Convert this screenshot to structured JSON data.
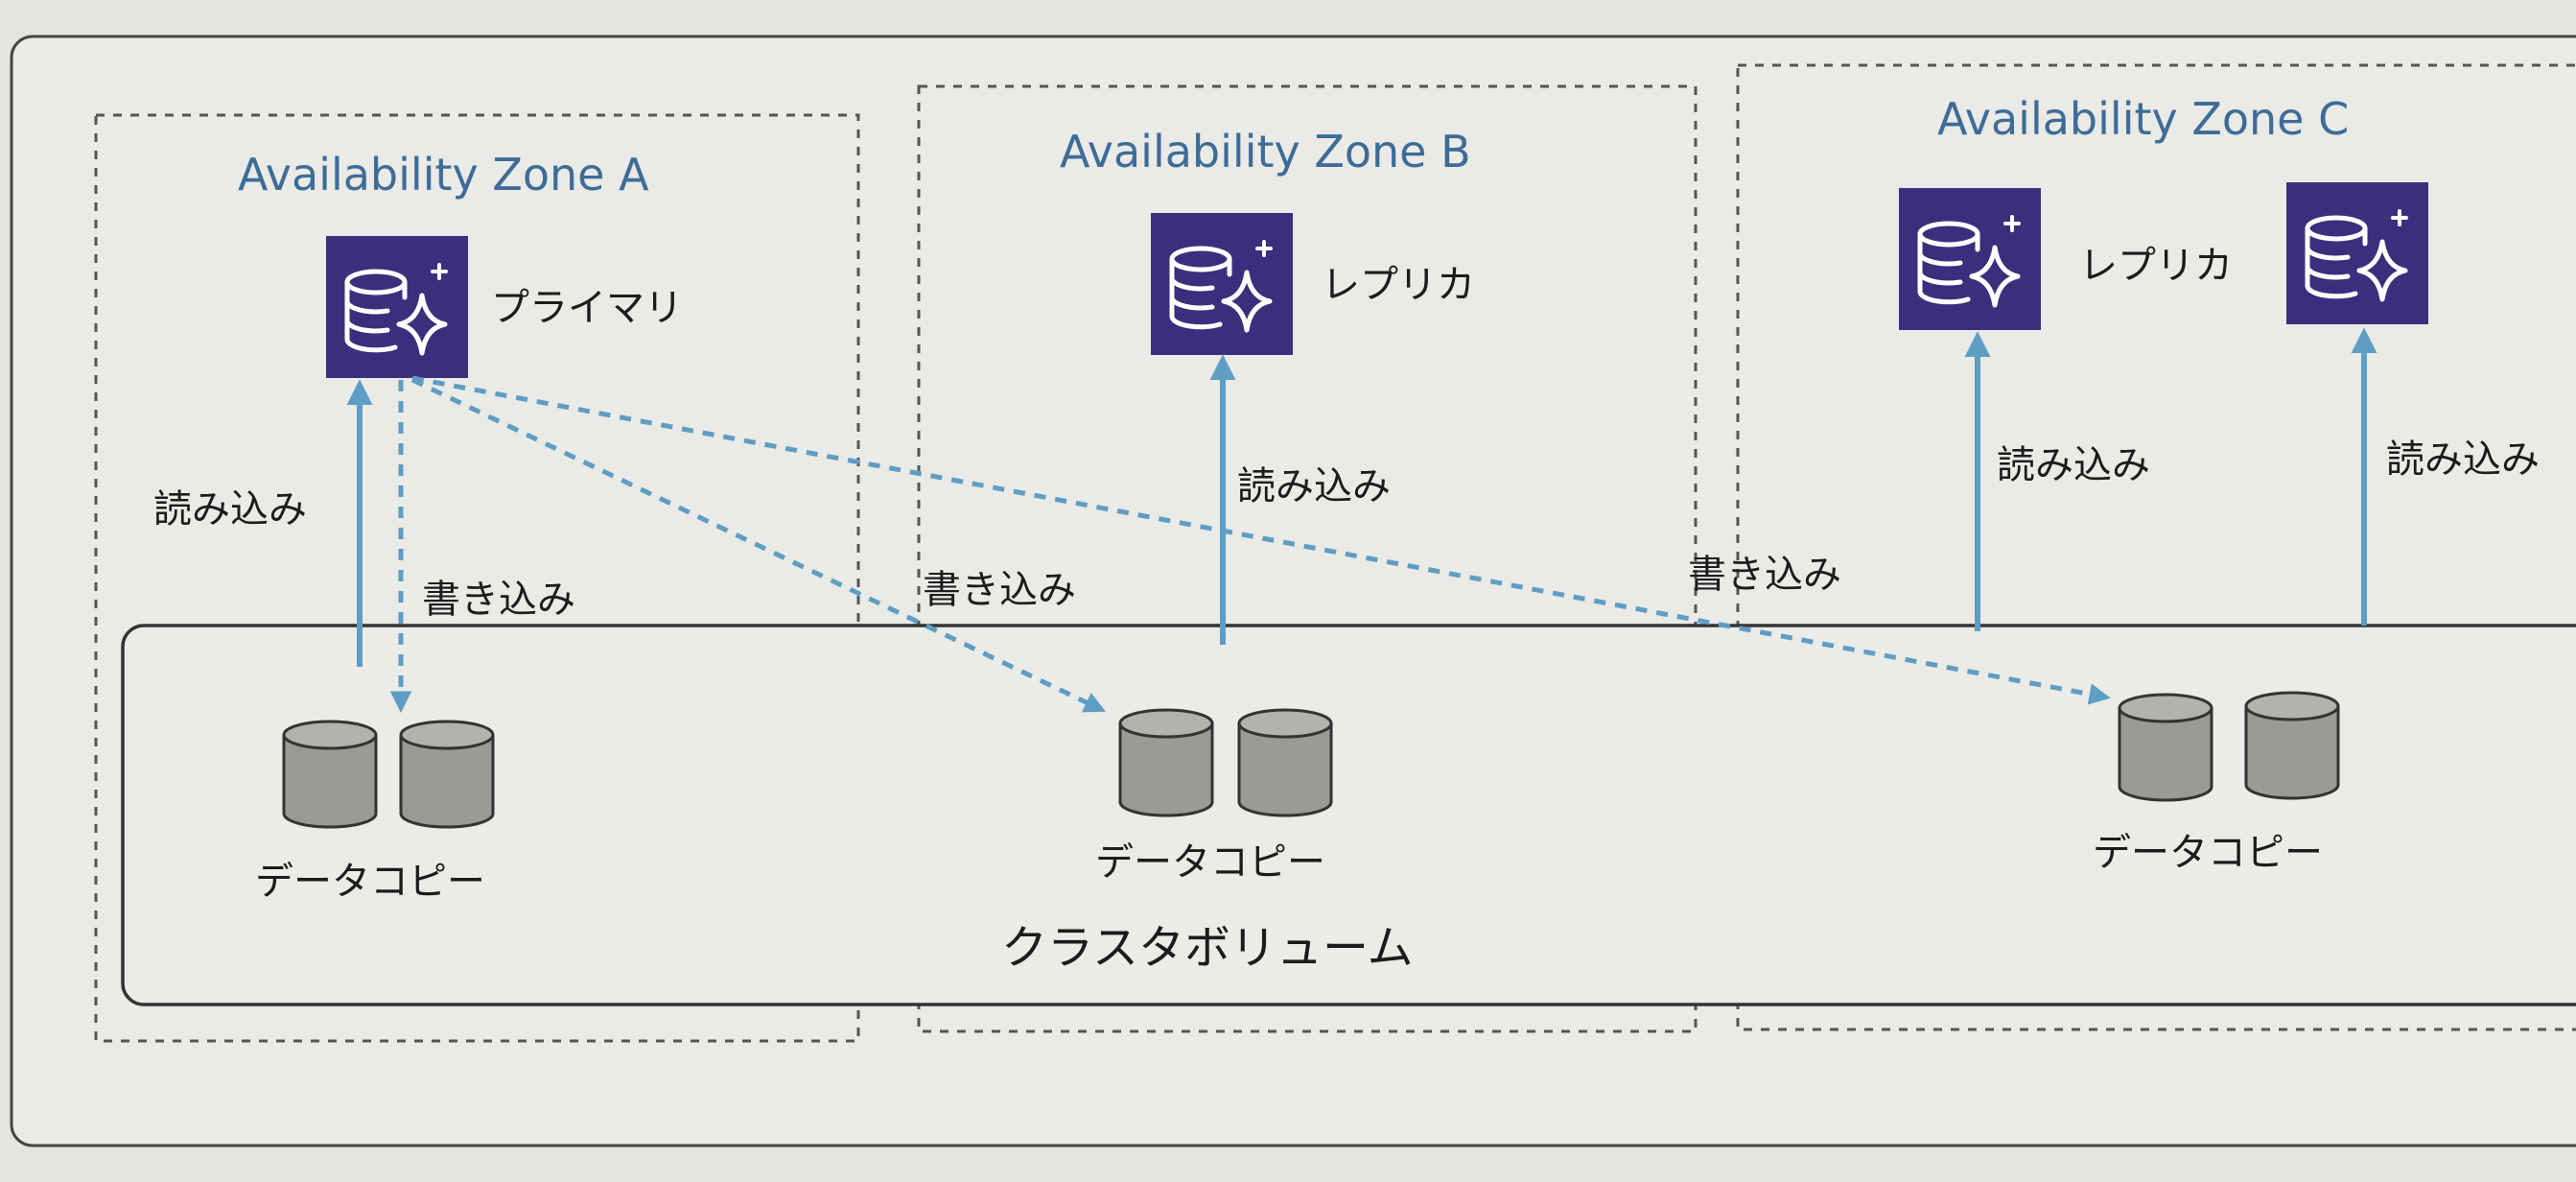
{
  "zones": [
    {
      "title": "Availability Zone A",
      "instance_label": "プライマリ",
      "read_label": "読み込み",
      "write_label": "書き込み",
      "storage_label": "データコピー"
    },
    {
      "title": "Availability Zone B",
      "instance_label": "レプリカ",
      "read_label": "読み込み",
      "write_label": "書き込み",
      "storage_label": "データコピー"
    },
    {
      "title": "Availability Zone C",
      "instance_label": "レプリカ",
      "read_label_1": "読み込み",
      "read_label_2": "読み込み",
      "write_label": "書き込み",
      "storage_label": "データコピー"
    }
  ],
  "cluster_volume_label": "クラスタボリューム",
  "colors": {
    "instance_icon": "#3a2f7c",
    "arrow": "#5e9dc4",
    "zone_title": "#3d6c97"
  },
  "icons": {
    "instance": "database-sparkle-icon",
    "storage": "cylinder-storage-icon"
  }
}
